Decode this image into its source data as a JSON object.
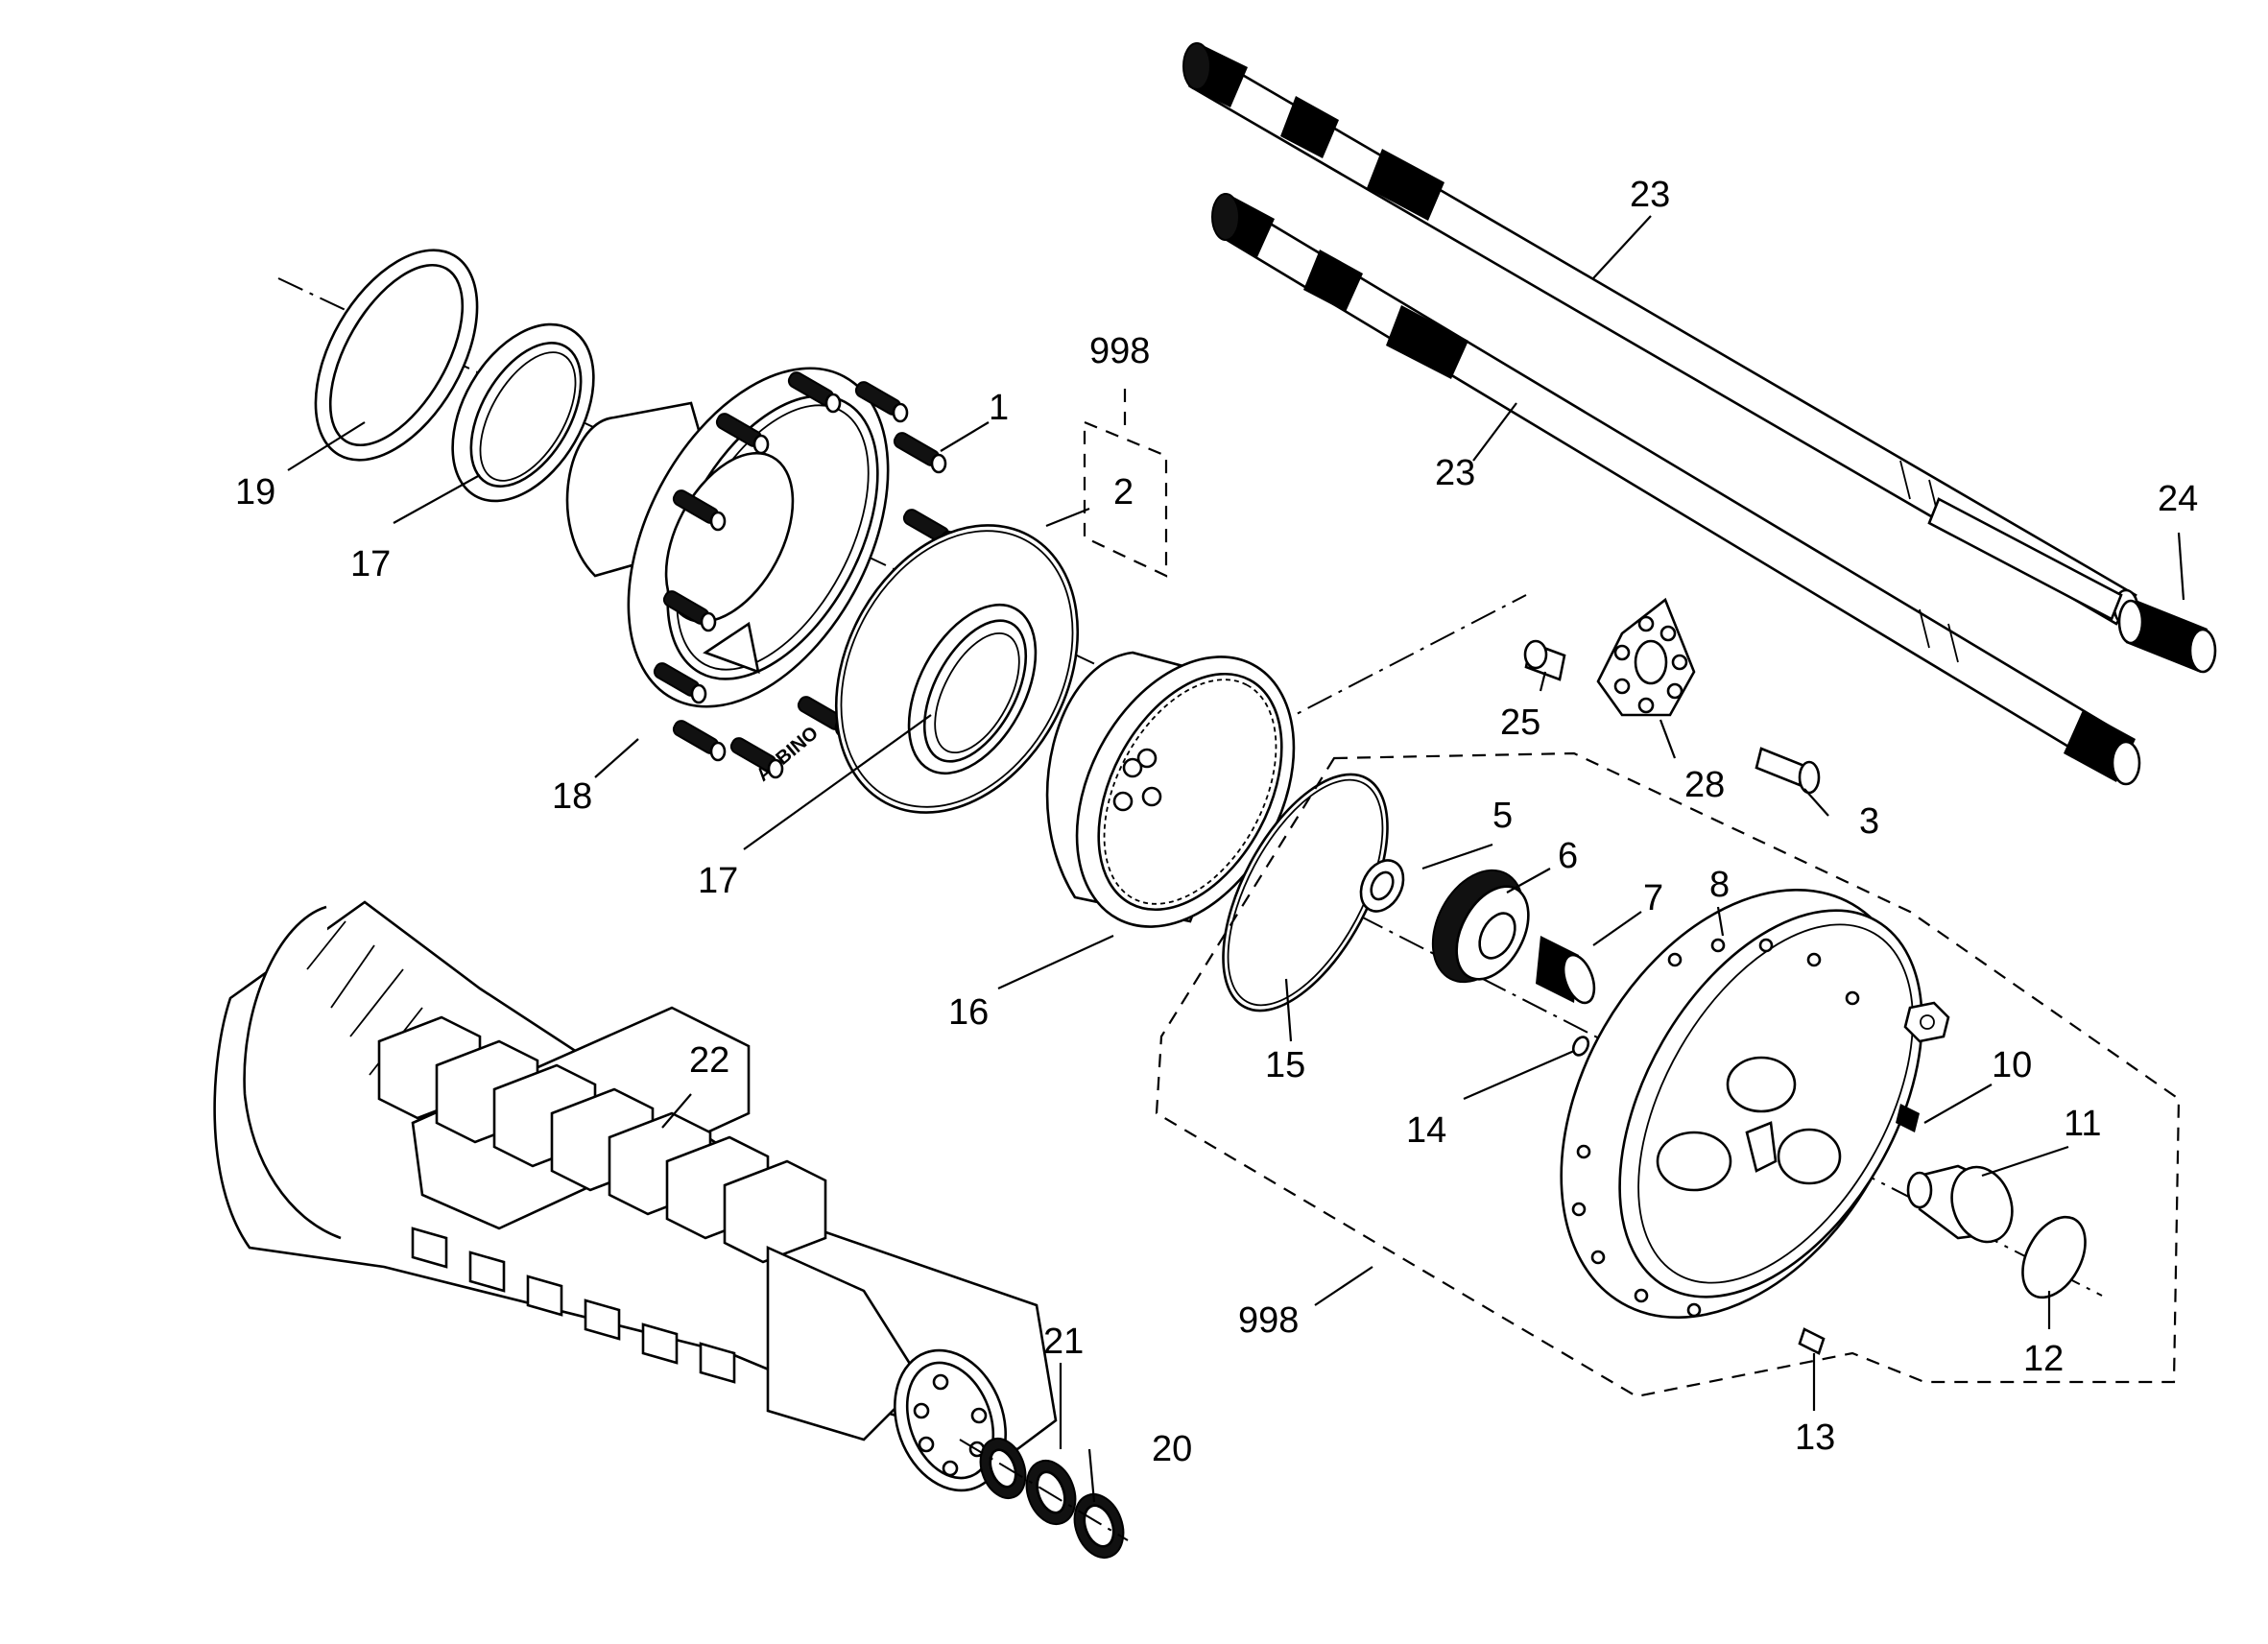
{
  "diagram": {
    "labels": {
      "p1": "1",
      "p2": "2",
      "p3": "3",
      "p5": "5",
      "p6": "6",
      "p7": "7",
      "p8": "8",
      "p10": "10",
      "p11": "11",
      "p12": "12",
      "p13": "13",
      "p14": "14",
      "p15": "15",
      "p16": "16",
      "p17a": "17",
      "p17b": "17",
      "p18": "18",
      "p19": "19",
      "p20": "20",
      "p21": "21",
      "p22": "22",
      "p23a": "23",
      "p23b": "23",
      "p24": "24",
      "p25": "25",
      "p28": "28",
      "p998a": "998",
      "p998b": "998"
    },
    "hub_marking": "ALBINO"
  }
}
